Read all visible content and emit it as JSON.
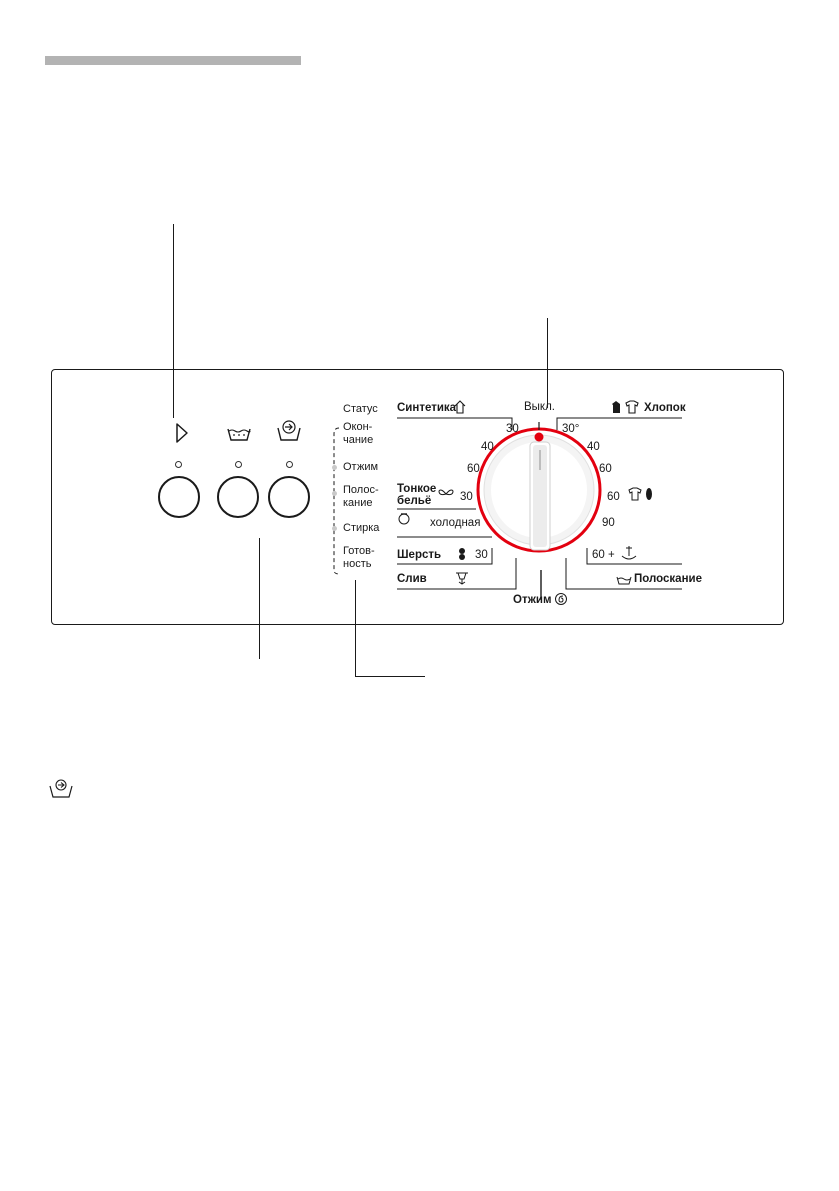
{
  "status": {
    "title": "Статус",
    "items": [
      "Окон-\nчание",
      "Отжим",
      "Полос-\nкание",
      "Стирка",
      "Готов-\nность"
    ]
  },
  "dial": {
    "off_label": "Выкл.",
    "left": {
      "synthetics": "Синтетика",
      "syn_30": "30",
      "syn_40": "40",
      "syn_60": "60",
      "delicate_1": "Тонкое",
      "delicate_2": "бельё",
      "del_30": "30",
      "cold": "холодная",
      "wool": "Шерсть",
      "wool_30": "30",
      "drain": "Слив"
    },
    "right": {
      "cotton": "Хлопок",
      "cot_30": "30°",
      "cot_40": "40",
      "cot_60": "60",
      "cot_60b": "60",
      "cot_90": "90",
      "cot_60plus": "60 +",
      "rinse": "Полоскание"
    },
    "spin": "Отжим"
  },
  "icons": {
    "start_button_icon": "play-triangle-icon",
    "rinse_button_icon": "rinse-tub-icon",
    "spin_button_icon": "spin-drum-icon"
  },
  "colors": {
    "dial_ring": "#e3000f",
    "panel_line": "#1a1a1a",
    "header_bar": "#b3b3b3"
  }
}
